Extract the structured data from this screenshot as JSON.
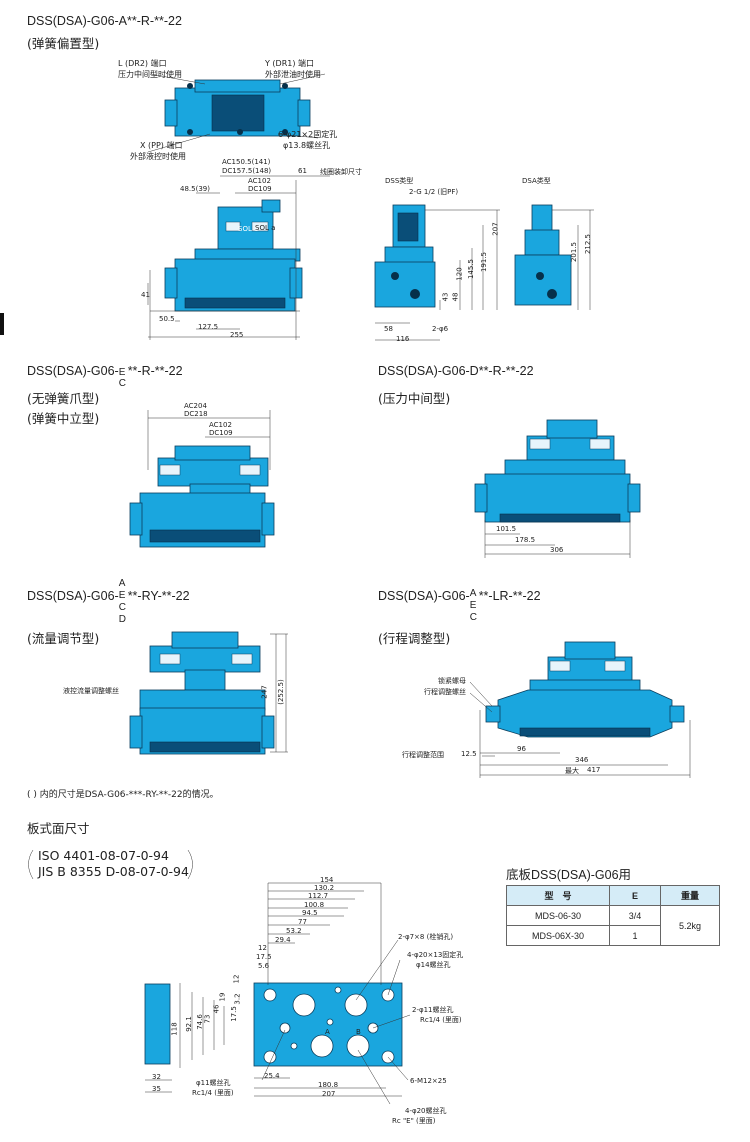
{
  "sections": {
    "s1": {
      "title": "DSS(DSA)-G06-A**-R-**-22",
      "subtitle": "(弹簧偏置型)"
    },
    "s2": {
      "title_pre": "DSS(DSA)-G06-",
      "title_e": "E",
      "title_c": "C",
      "title_post": "**-R-**-22",
      "sub1": "(无弹簧爪型)",
      "sub2": "(弹簧中立型)"
    },
    "s3": {
      "title": "DSS(DSA)-G06-D**-R-**-22",
      "subtitle": "(压力中间型)"
    },
    "s4": {
      "title_pre": "DSS(DSA)-G06-",
      "a": "A",
      "e": "E",
      "c": "C",
      "d": "D",
      "title_post": "**-RY-**-22",
      "subtitle": "(流量调节型)"
    },
    "s5": {
      "title_pre": "DSS(DSA)-G06-",
      "a": "A",
      "e": "E",
      "c": "C",
      "title_post": "**-LR-**-22",
      "subtitle": "(行程调整型)"
    }
  },
  "top_labels": {
    "l_port": "L (DR2) 端口",
    "l_use": "压力中间型时使用",
    "y_port": "Y (DR1) 端口",
    "y_use": "外部泄油时使用",
    "x_port": "X (PP) 端口",
    "x_use": "外部液控时使用",
    "holes1": "6-φ21×2固定孔",
    "holes2": "φ13.8螺丝孔",
    "ac": "AC150.5(141)",
    "dc": "DC157.5(148)",
    "ac102": "AC102",
    "dc109": "DC109",
    "d61": "61",
    "coil": "线圈装卸尺寸",
    "d485": "48.5(39)",
    "d41": "41",
    "d505": "50.5",
    "d1275": "127.5",
    "d255": "255",
    "dss_type": "DSS类型",
    "dsa_type": "DSA类型",
    "g12": "2-G 1/2 (旧PF)",
    "d207": "207",
    "d1915": "191.5",
    "d1455": "145.5",
    "d120": "120",
    "d48": "48",
    "d43": "43",
    "d58": "58",
    "d116": "116",
    "phi6": "2-φ6",
    "d2015": "201.5",
    "d2125": "212.5",
    "sol_a": "SOL a",
    "sol_b": "SOL b"
  },
  "s2_labels": {
    "ac204": "AC204",
    "dc218": "DC218",
    "ac102": "AC102",
    "dc109": "DC109"
  },
  "s3_labels": {
    "d1015": "101.5",
    "d1785": "178.5",
    "d306": "306"
  },
  "s4_labels": {
    "d247": "247",
    "d2525": "(252.5)",
    "screw": "液控流量调整螺丝"
  },
  "s5_labels": {
    "nut": "锁紧螺母",
    "screw": "行程调整螺丝",
    "range": "行程调整范围",
    "d125": "12.5",
    "d96": "96",
    "d346": "346",
    "max": "最大",
    "d417": "417"
  },
  "note": "( ) 内的尺寸是DSA-G06-***-RY-**-22的情况。",
  "plate": {
    "title": "板式面尺寸",
    "iso": "ISO 4401-08-07-0-94",
    "jis": "JIS B 8355 D-08-07-0-94",
    "dims_top": [
      "154",
      "130.2",
      "112.7",
      "100.8",
      "94.5",
      "77",
      "53.2",
      "29.4"
    ],
    "d12": "12",
    "d175": "17.5",
    "d56": "5.6",
    "d118": "118",
    "d921": "92.1",
    "d746": "74.6",
    "d73": "73",
    "d46": "46",
    "d19": "19",
    "d175b": "17.5",
    "d32b": "3.2",
    "d12b": "12",
    "d32": "32",
    "d35": "35",
    "d254": "25.4",
    "d1808": "180.8",
    "d207": "207",
    "pin": "2-φ7×8 (栓销孔)",
    "fix1": "4-φ20×13固定孔",
    "fix2": "φ14螺丝孔",
    "th1": "2-φ11螺丝孔",
    "th2": "Rc1/4 (里面)",
    "m12": "6-M12×25",
    "b1": "φ11螺丝孔",
    "b2": "Rc1/4 (里面)",
    "e1": "4-φ20螺丝孔",
    "e2": "Rc \"E\" (里面)",
    "pA": "A",
    "pB": "B"
  },
  "subplate": {
    "title": "底板DSS(DSA)-G06用",
    "headers": [
      "型　号",
      "E",
      "重量"
    ],
    "rows": [
      [
        "MDS-06-30",
        "3/4"
      ],
      [
        "MDS-06X-30",
        "1"
      ]
    ],
    "weight": "5.2kg"
  }
}
